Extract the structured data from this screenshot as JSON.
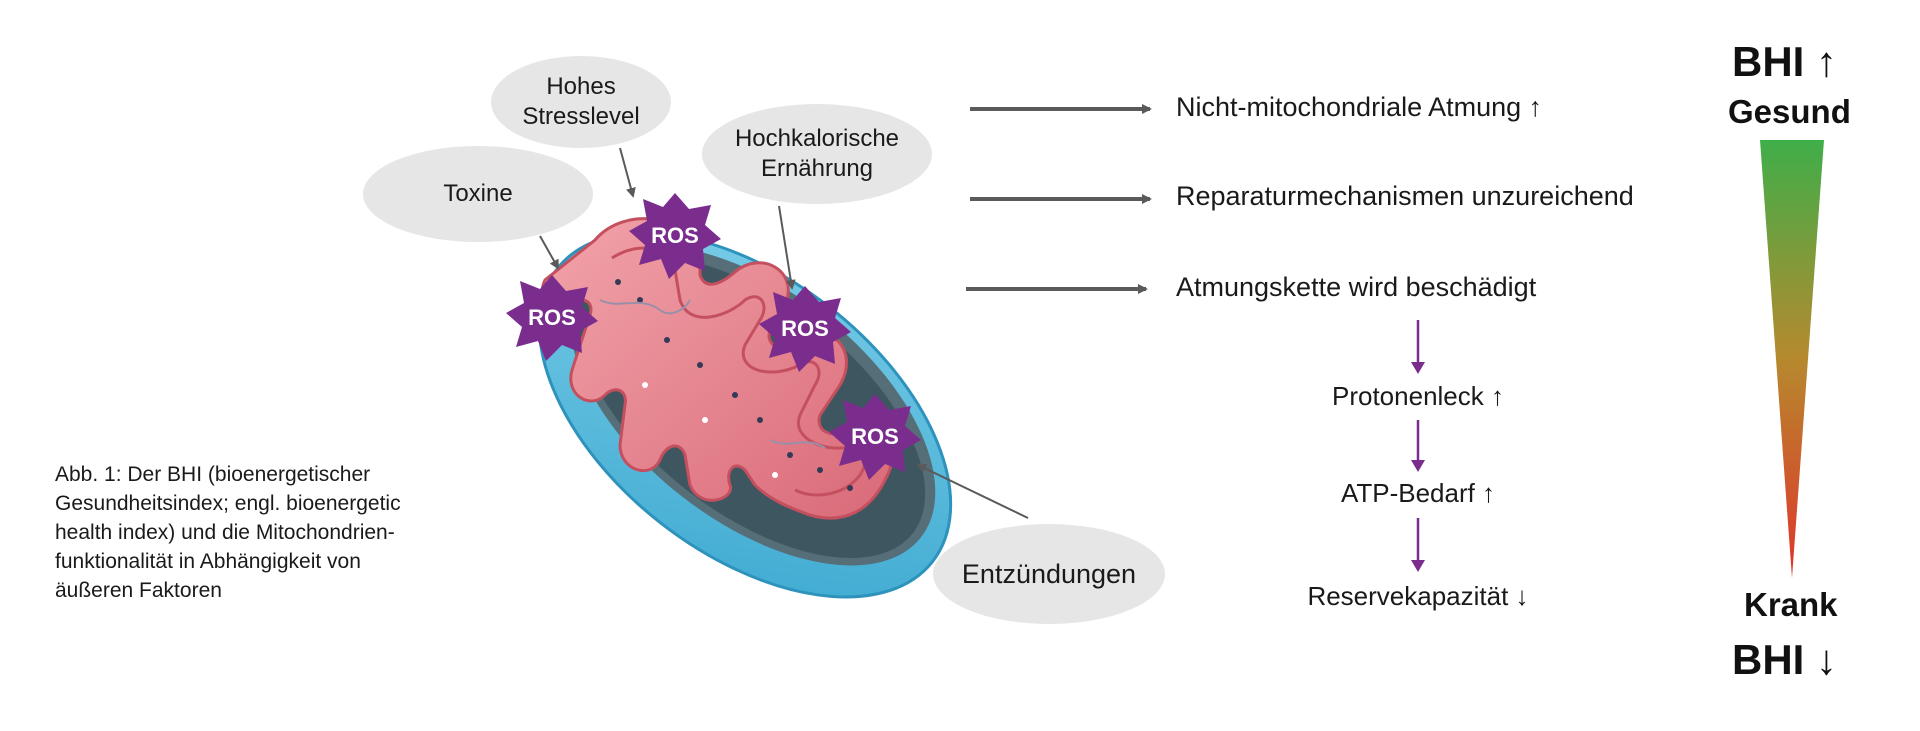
{
  "factors": {
    "stress": [
      "Hohes",
      "Stresslevel"
    ],
    "calories": [
      "Hochkalorische",
      "Ernährung"
    ],
    "toxins": "Toxine",
    "inflammation": "Entzündungen"
  },
  "ros_label": "ROS",
  "effects": {
    "non_mito": "Nicht-mitochondriale Atmung ↑",
    "repair": "Reparaturmechanismen unzureichend",
    "chain": "Atmungskette wird beschädigt"
  },
  "consequences": {
    "proton_leak": "Protonenleck ↑",
    "atp_demand": "ATP-Bedarf ↑",
    "reserve": "Reservekapazität ↓"
  },
  "caption_lines": [
    "Abb. 1: Der BHI (bioenergetischer",
    "Gesundheitsindex; engl. bioenergetic",
    "health index) und die Mitochondrien-",
    "funktionalität in Abhängigkeit von",
    "äußeren Faktoren"
  ],
  "scale": {
    "top_label": "BHI ↑",
    "top_status": "Gesund",
    "bottom_status": "Krank",
    "bottom_label": "BHI ↓",
    "gradient_colors": [
      "#3fae49",
      "#e0342b"
    ]
  },
  "colors": {
    "ros": "#7b2d8e",
    "arrow_gray": "#5a5a5a",
    "arrow_purple": "#7b2d8e",
    "membrane_outer": "#5bbbdc",
    "membrane_inner": "#e8858f"
  }
}
